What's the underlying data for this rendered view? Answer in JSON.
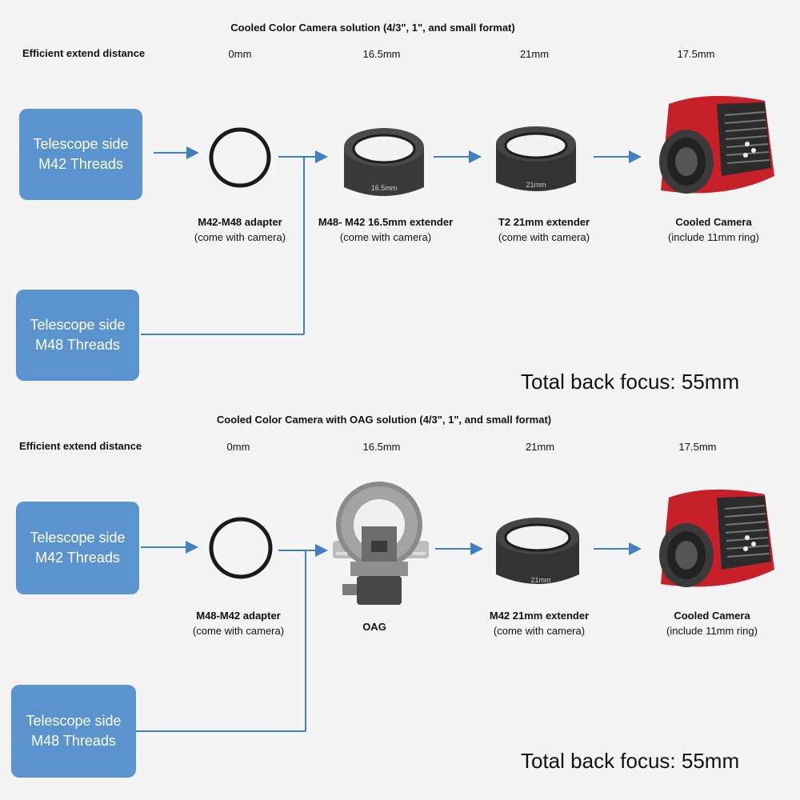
{
  "distance_label": "Efficient extend distance",
  "top": {
    "title": "Cooled Color Camera solution (4/3\", 1\", and small format)",
    "distances": [
      "0mm",
      "16.5mm",
      "21mm",
      "17.5mm"
    ],
    "telescope_m42": [
      "Telescope side",
      "M42 Threads"
    ],
    "telescope_m48": [
      "Telescope side",
      "M48 Threads"
    ],
    "components": [
      {
        "name": "M42-M48 adapter",
        "note": "(come with camera)"
      },
      {
        "name": "M48- M42 16.5mm extender",
        "note": "(come with camera)",
        "engraving": "16.5mm"
      },
      {
        "name": "T2 21mm extender",
        "note": "(come with camera)",
        "engraving": "21mm"
      },
      {
        "name": "Cooled Camera",
        "note": "(include 11mm ring)"
      }
    ],
    "total": "Total back focus: 55mm"
  },
  "bottom": {
    "title": "Cooled Color Camera with OAG solution (4/3\", 1\", and small format)",
    "distances": [
      "0mm",
      "16.5mm",
      "21mm",
      "17.5mm"
    ],
    "telescope_m42": [
      "Telescope side",
      "M42 Threads"
    ],
    "telescope_m48": [
      "Telescope side",
      "M48 Threads"
    ],
    "components": [
      {
        "name": "M48-M42 adapter",
        "note": "(come with camera)"
      },
      {
        "name": "OAG",
        "note": ""
      },
      {
        "name": "M42 21mm extender",
        "note": "(come with camera)",
        "engraving": "21mm"
      },
      {
        "name": "Cooled Camera",
        "note": "(include 11mm ring)"
      }
    ],
    "total": "Total back focus: 55mm"
  },
  "colors": {
    "box": "#5b93cf",
    "arrow": "#3f7fc6",
    "camera_red": "#c8202a",
    "ring_dark": "#2a2a2a"
  }
}
